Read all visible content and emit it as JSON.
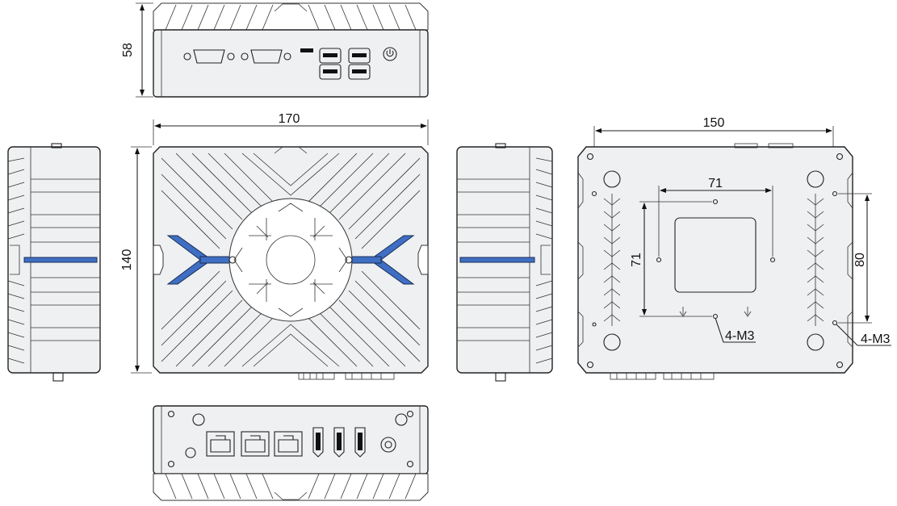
{
  "dimensions": {
    "front_height": "58",
    "top_width": "170",
    "top_height": "140",
    "bottom_width": "150",
    "hole_spacing_x": "71",
    "hole_spacing_y": "71",
    "side_hole_spacing": "80",
    "screw_label_center": "4-M3",
    "screw_label_side": "4-M3"
  },
  "colors": {
    "accent": "#3f6fc4",
    "line": "#222222",
    "body_fill": "#eef0f2"
  },
  "icons": [
    "power-button-icon",
    "rj45-port-icon",
    "hdmi-port-icon",
    "usb-port-icon",
    "serial-port-icon",
    "antenna-icon"
  ]
}
